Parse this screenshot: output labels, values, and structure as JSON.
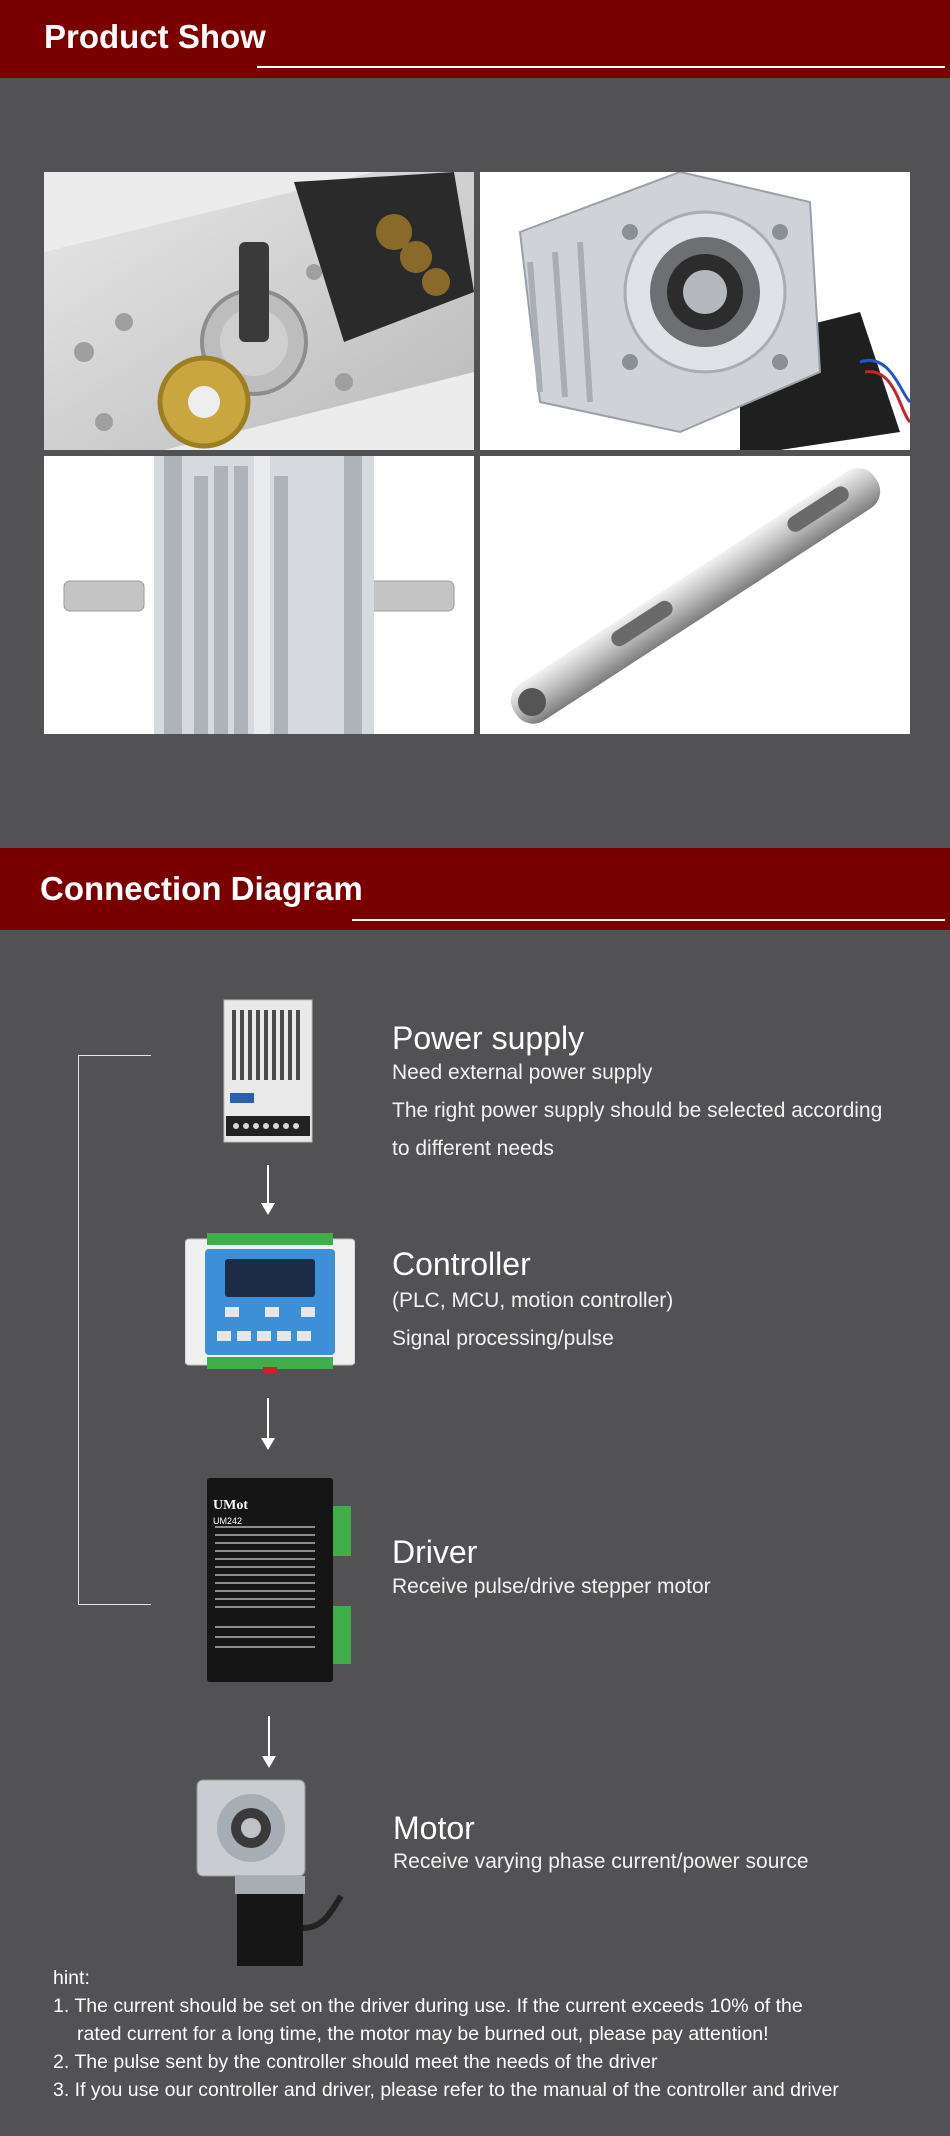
{
  "section1": {
    "title": "Product Show"
  },
  "product_photos": [
    {
      "subject": "gear-train-photo"
    },
    {
      "subject": "worm-gearbox-motor-photo"
    },
    {
      "subject": "double-shaft-gearbox-photo"
    },
    {
      "subject": "shaft-photo"
    }
  ],
  "section2": {
    "title": "Connection Diagram"
  },
  "steps": [
    {
      "title": "Power supply",
      "lines": [
        "Need external power supply",
        "The right power supply should be selected according",
        "to different needs"
      ]
    },
    {
      "title": "Controller",
      "lines": [
        "(PLC, MCU, motion controller)",
        "Signal processing/pulse"
      ]
    },
    {
      "title": "Driver",
      "lines": [
        "Receive pulse/drive stepper motor"
      ]
    },
    {
      "title": "Motor",
      "lines": [
        "Receive varying phase current/power source"
      ]
    }
  ],
  "driver_label": {
    "brand": "UMot",
    "model": "UM242"
  },
  "hint": {
    "label": "hint:",
    "items": [
      "1. The current should be set on the driver during use. If the current exceeds 10% of the",
      "rated current for a long time, the motor may be burned out, please pay attention!",
      "2. The pulse sent by the controller should meet the needs of the driver",
      "3. If you use our controller and driver, please refer to the manual of the controller and driver"
    ]
  },
  "colors": {
    "banner": "#7a0000",
    "background": "#525254",
    "text": "#ffffff"
  }
}
